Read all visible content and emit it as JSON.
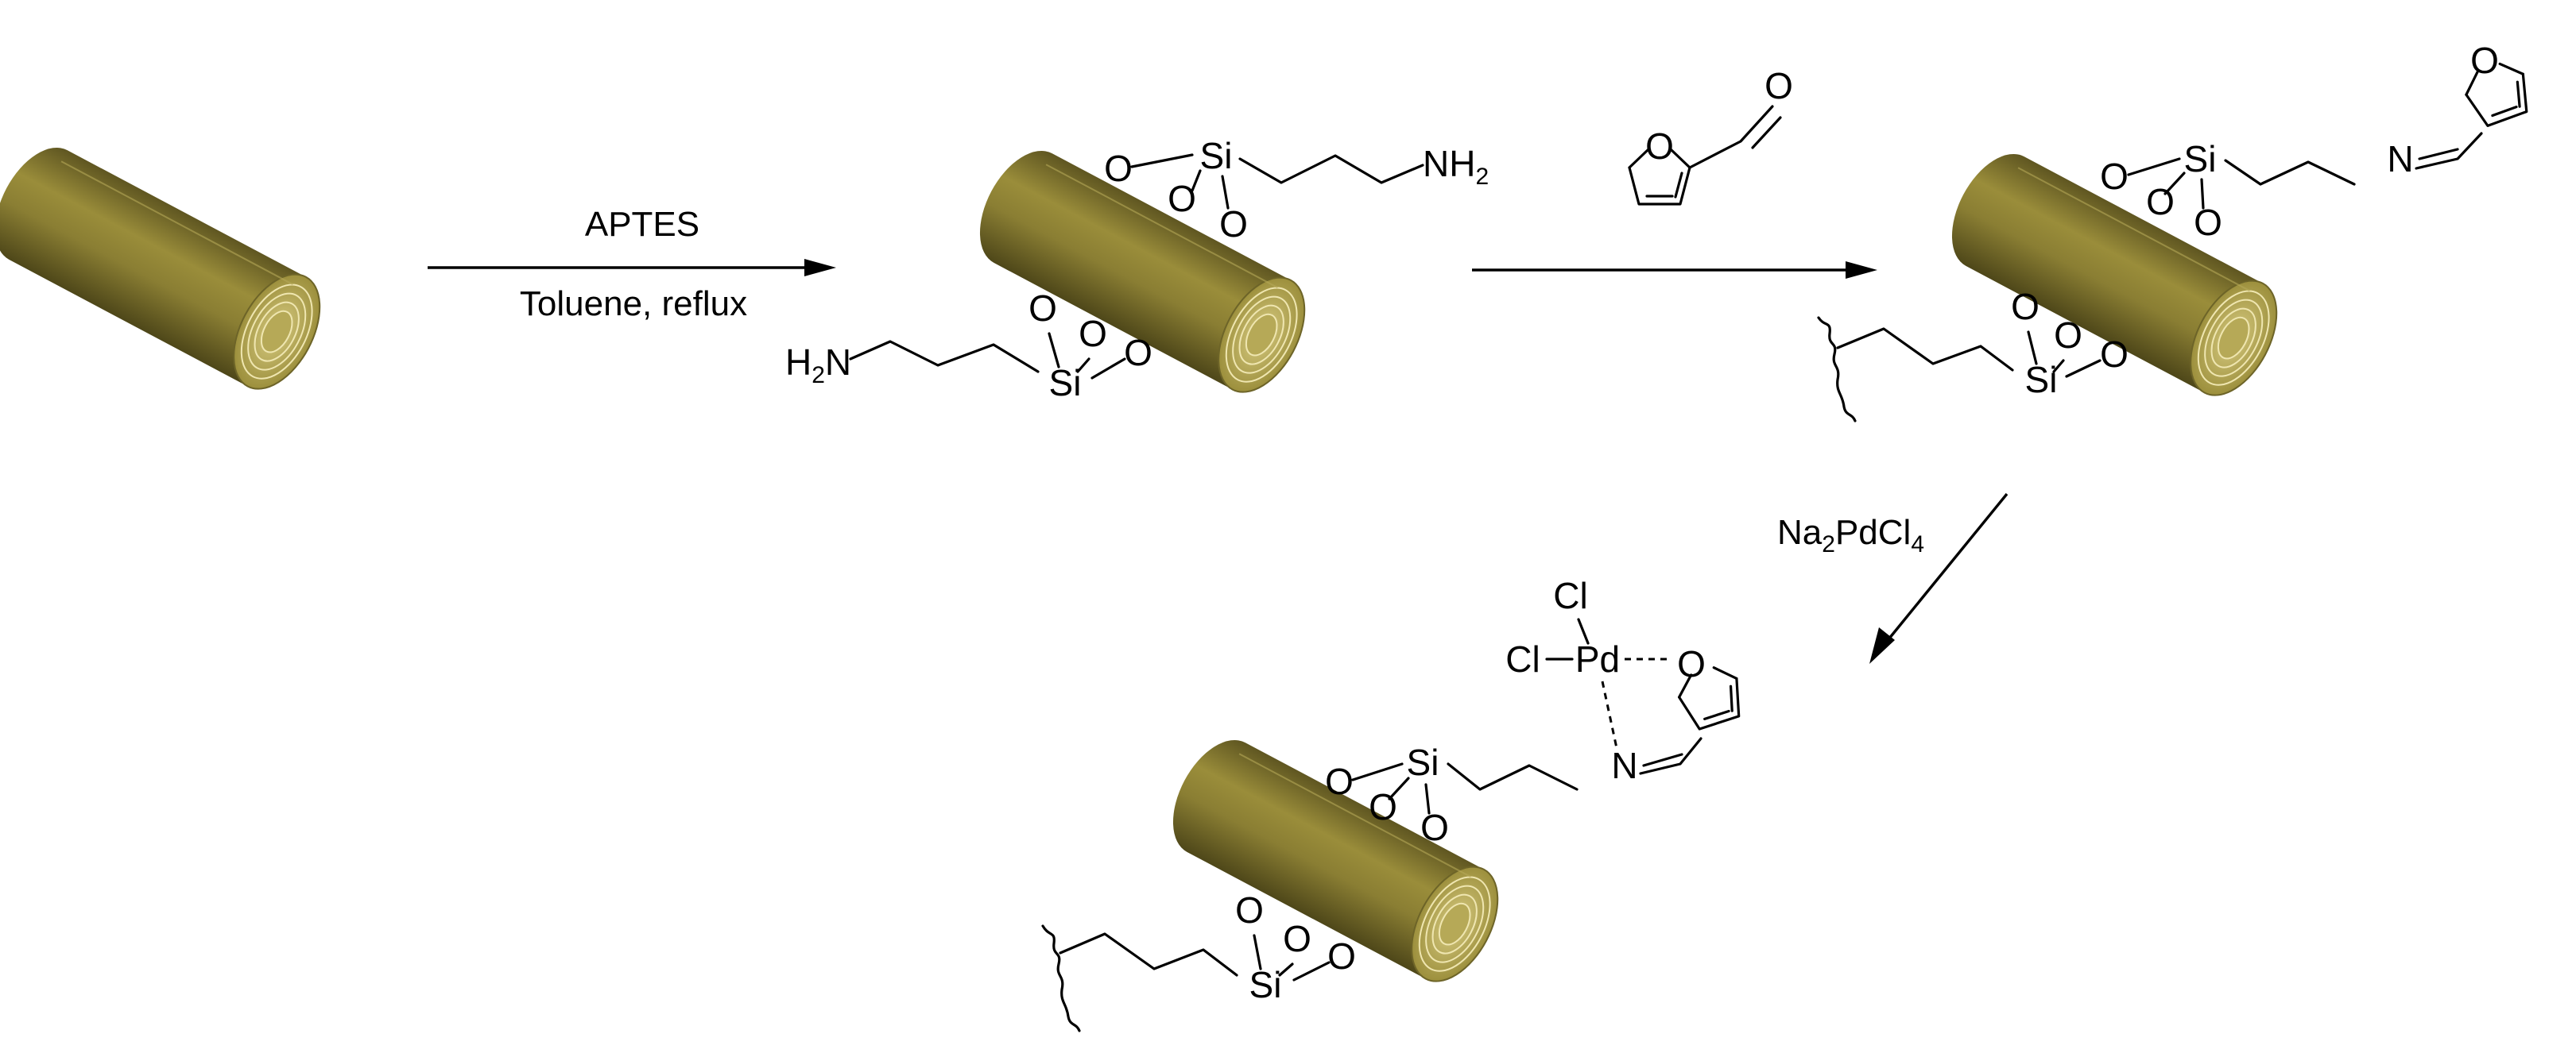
{
  "step1": {
    "reagent": "APTES",
    "conditions": "Toluene, reflux"
  },
  "step2": {
    "reagent_structure": "furfural",
    "oxygen_ring": "O",
    "oxygen_carbonyl": "O"
  },
  "step3": {
    "reagent_prefix": "Na",
    "reagent_sub1": "2",
    "reagent_mid": "PdCl",
    "reagent_sub2": "4"
  },
  "atoms": {
    "si": "Si",
    "o": "O",
    "n_amine": "NH",
    "n_amine_sub": "2",
    "h2n_h": "H",
    "h2n_sub": "2",
    "h2n_n": "N",
    "n_imine": "N",
    "pd": "Pd",
    "cl": "Cl"
  },
  "colors": {
    "tube_fill": "#8e8235",
    "tube_dark": "#5e5520",
    "tube_light": "#c9bc6a",
    "ring_line": "#e7dca0"
  }
}
